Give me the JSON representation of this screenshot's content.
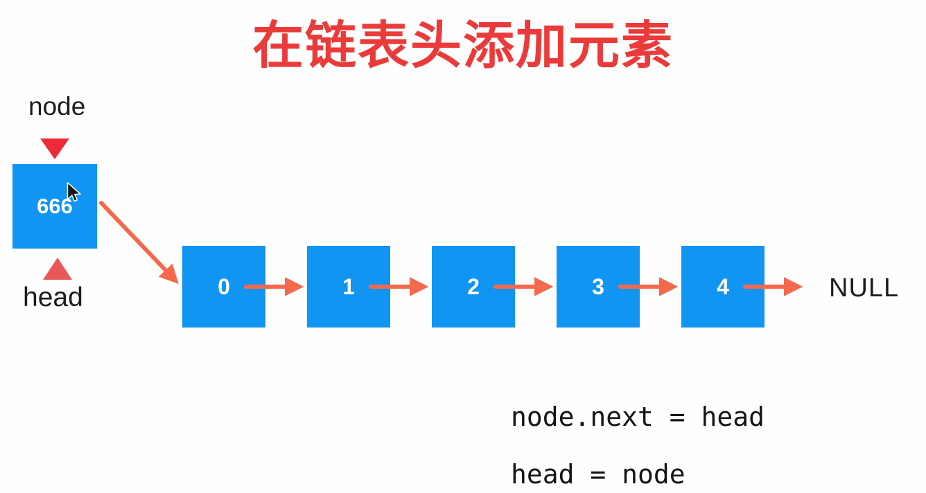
{
  "title": "在链表头添加元素",
  "new_node": {
    "value": "666",
    "top_label": "node",
    "bottom_label": "head"
  },
  "list": {
    "nodes": [
      "0",
      "1",
      "2",
      "3",
      "4"
    ],
    "terminator": "NULL"
  },
  "code": {
    "line1": "node.next = head",
    "line2": "head = node"
  },
  "icons": {
    "node_pointer": "triangle-down-icon",
    "head_pointer": "triangle-up-icon",
    "cursor": "mouse-pointer-icon"
  },
  "colors": {
    "title_red": "#ea3b3a",
    "box_blue": "#1095f2",
    "arrow_salmon": "#f4694c",
    "node_triangle_red": "#ed2b38",
    "head_triangle_red": "#e85858",
    "text_dark": "#1c1c1c"
  }
}
